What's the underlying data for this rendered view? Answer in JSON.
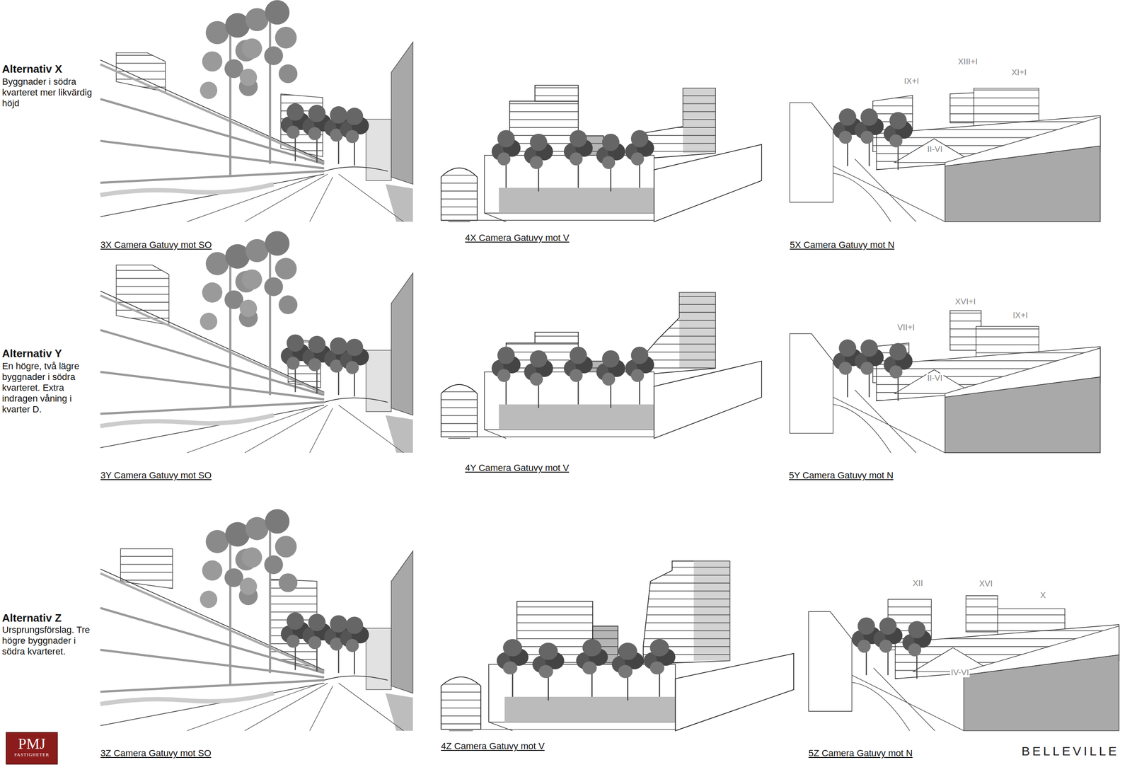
{
  "diagram": {
    "nodes": [
      {
        "text": [
          "PMJ",
          "FASTIGHETER"
        ]
      }
    ],
    "labels": [
      "Alternativ X",
      "Byggnader i södra kvarteret mer likvärdig höjd",
      "3X Camera Gatuvy mot SO",
      "4X Camera Gatuvy mot V",
      "5X Camera Gatuvy mot N",
      "IX+I",
      "XIII+I",
      "XI+I",
      "II-VI",
      "Alternativ Y",
      "En högre, två lägre byggnader i södra kvarteret. Extra indragen våning i kvarter D.",
      "3Y Camera Gatuvy mot SO",
      "4Y Camera Gatuvy mot V",
      "5Y Camera Gatuvy mot N",
      "VII+I",
      "XVI+I",
      "IX+I",
      "II-VI",
      "Alternativ Z",
      "Ursprungsförslag. Tre högre byggnader i södra kvarteret.",
      "3Z Camera Gatuvy mot SO",
      "4Z Camera Gatuvy mot V",
      "5Z Camera Gatuvy mot N",
      "XII",
      "XVI",
      "X",
      "IV-VI",
      "BELLEVILLE"
    ]
  }
}
